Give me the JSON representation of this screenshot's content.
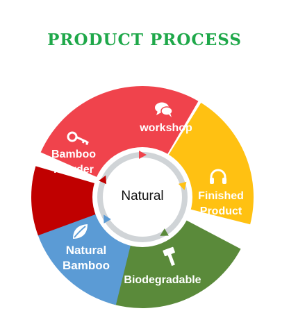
{
  "title": "PRODUCT PROCESS",
  "center": {
    "label": "Natural"
  },
  "segments": [
    {
      "id": "workshop",
      "label": "workshop",
      "icon": "speech-bubbles-icon",
      "color": "#f0434c"
    },
    {
      "id": "finished",
      "label_line1": "Finished",
      "label_line2": "Product",
      "icon": "headphones-icon",
      "color": "#ffc112"
    },
    {
      "id": "biodegradable",
      "label": "Biodegradable",
      "icon": "hammer-icon",
      "color": "#5a8a3a"
    },
    {
      "id": "natural-bamboo",
      "label_line1": "Natural",
      "label_line2": "Bamboo",
      "icon": "leaf-icon",
      "color": "#5b9bd5"
    },
    {
      "id": "bamboo-powder",
      "label_line1": "Bamboo",
      "label_line2": "Powder",
      "icon": "key-icon",
      "color": "#c00000"
    }
  ],
  "colors": {
    "title": "#1fa84a",
    "ring_border": "#cfd3d6"
  }
}
